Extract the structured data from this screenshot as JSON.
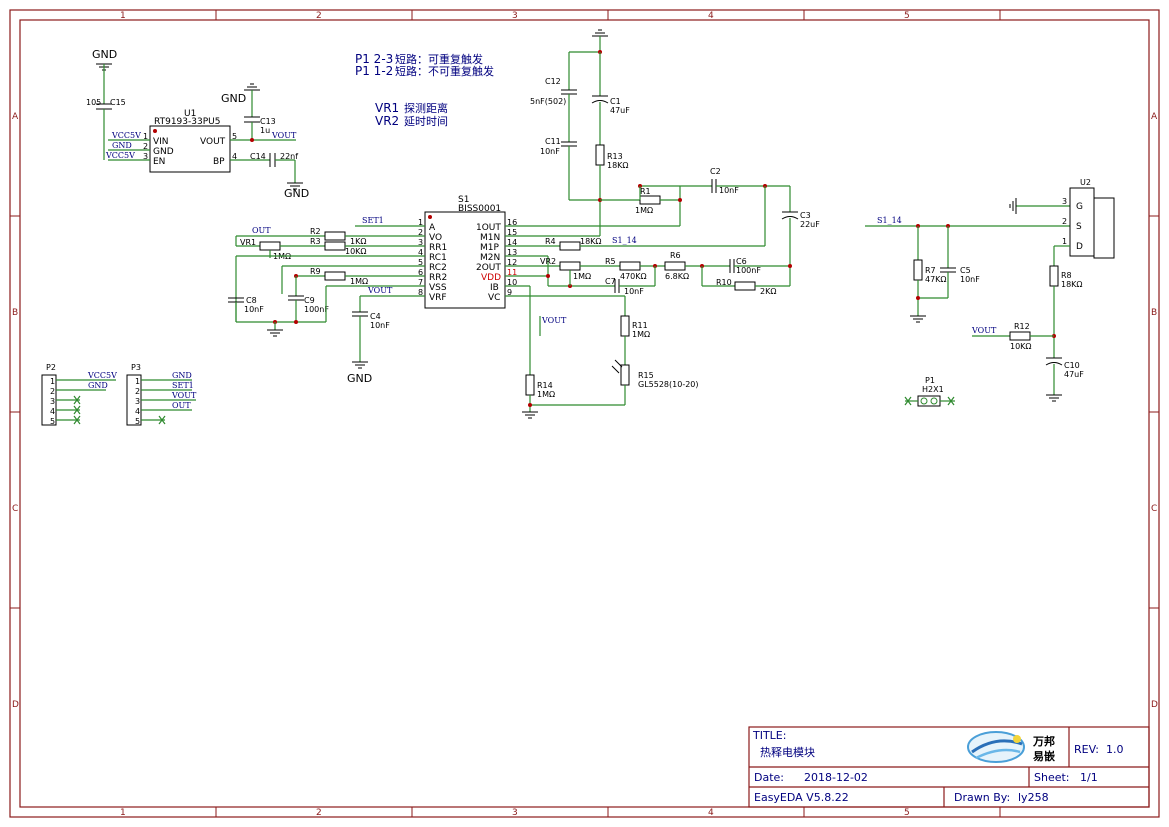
{
  "sheet": {
    "cols": [
      "1",
      "2",
      "3",
      "4",
      "5"
    ],
    "rows": [
      "A",
      "B",
      "C",
      "D"
    ]
  },
  "notes": {
    "p1_line1_ref": "P1 2-3",
    "p1_line1_text": "短路：可重复触发",
    "p1_line2_ref": "P1 1-2",
    "p1_line2_text": "短路：不可重复触发",
    "vr1_ref": "VR1",
    "vr1_text": "探测距离",
    "vr2_ref": "VR2",
    "vr2_text": "延时时间"
  },
  "nets": {
    "gnd": "GND",
    "vcc5v": "VCC5V",
    "vout": "VOUT",
    "out": "OUT",
    "set1": "SET1",
    "s1_14": "S1_14"
  },
  "u1": {
    "ref": "U1",
    "part": "RT9193-33PU5",
    "pins": [
      {
        "num": "1",
        "name": "VIN"
      },
      {
        "num": "2",
        "name": "GND"
      },
      {
        "num": "3",
        "name": "EN"
      },
      {
        "num": "5",
        "name": "VOUT"
      },
      {
        "num": "4",
        "name": "BP"
      }
    ]
  },
  "s1": {
    "ref": "S1",
    "part": "BISS0001",
    "left_pins": [
      {
        "num": "1",
        "name": "A"
      },
      {
        "num": "2",
        "name": "VO"
      },
      {
        "num": "3",
        "name": "RR1"
      },
      {
        "num": "4",
        "name": "RC1"
      },
      {
        "num": "5",
        "name": "RC2"
      },
      {
        "num": "6",
        "name": "RR2"
      },
      {
        "num": "7",
        "name": "VSS"
      },
      {
        "num": "8",
        "name": "VRF"
      }
    ],
    "right_pins": [
      {
        "num": "16",
        "name": "1OUT"
      },
      {
        "num": "15",
        "name": "M1N"
      },
      {
        "num": "14",
        "name": "M1P"
      },
      {
        "num": "13",
        "name": "M2N"
      },
      {
        "num": "12",
        "name": "2OUT"
      },
      {
        "num": "11",
        "name": "VDD"
      },
      {
        "num": "10",
        "name": "IB"
      },
      {
        "num": "9",
        "name": "VC"
      }
    ]
  },
  "components": {
    "c15": {
      "ref": "C15",
      "val": "105"
    },
    "c13": {
      "ref": "C13",
      "val": "1u"
    },
    "c14": {
      "ref": "C14",
      "val": "22nf"
    },
    "c12": {
      "ref": "C12",
      "val": "5nF(502)"
    },
    "c1": {
      "ref": "C1",
      "val": "47uF"
    },
    "c11": {
      "ref": "C11",
      "val": "10nF"
    },
    "r13": {
      "ref": "R13",
      "val": "18KΩ"
    },
    "r1": {
      "ref": "R1",
      "val": "1MΩ"
    },
    "c2": {
      "ref": "C2",
      "val": "10nF"
    },
    "c3": {
      "ref": "C3",
      "val": "22uF"
    },
    "r2": {
      "ref": "R2",
      "val": "1KΩ"
    },
    "r3": {
      "ref": "R3",
      "val": "10KΩ"
    },
    "vr1": {
      "ref": "VR1",
      "val": "1MΩ"
    },
    "r9": {
      "ref": "R9",
      "val": "1MΩ"
    },
    "c8": {
      "ref": "C8",
      "val": "10nF"
    },
    "c9": {
      "ref": "C9",
      "val": "100nF"
    },
    "c4": {
      "ref": "C4",
      "val": "10nF"
    },
    "r4": {
      "ref": "R4",
      "val": "18KΩ"
    },
    "vr2": {
      "ref": "VR2",
      "val": "1MΩ"
    },
    "r5": {
      "ref": "R5",
      "val": "470KΩ"
    },
    "r6": {
      "ref": "R6",
      "val": "6.8KΩ"
    },
    "c6": {
      "ref": "C6",
      "val": "100nF"
    },
    "r10": {
      "ref": "R10",
      "val": "2KΩ"
    },
    "c7": {
      "ref": "C7",
      "val": "10nF"
    },
    "r11": {
      "ref": "R11",
      "val": "1MΩ"
    },
    "r15": {
      "ref": "R15",
      "val": "GL5528(10-20)"
    },
    "r14": {
      "ref": "R14",
      "val": "1MΩ"
    },
    "r7": {
      "ref": "R7",
      "val": "47KΩ"
    },
    "c5": {
      "ref": "C5",
      "val": "10nF"
    },
    "r8": {
      "ref": "R8",
      "val": "18KΩ"
    },
    "r12": {
      "ref": "R12",
      "val": "10KΩ"
    },
    "c10": {
      "ref": "C10",
      "val": "47uF"
    },
    "p1": {
      "ref": "P1",
      "val": "H2X1"
    }
  },
  "u2": {
    "ref": "U2",
    "pins": [
      {
        "num": "3",
        "name": "G"
      },
      {
        "num": "2",
        "name": "S"
      },
      {
        "num": "1",
        "name": "D"
      }
    ]
  },
  "p2": {
    "ref": "P2",
    "pins": [
      "1",
      "2",
      "3",
      "4",
      "5"
    ],
    "nets": [
      "VCC5V",
      "GND"
    ]
  },
  "p3": {
    "ref": "P3",
    "pins": [
      "1",
      "2",
      "3",
      "4",
      "5"
    ],
    "nets": [
      "GND",
      "SET1",
      "VOUT",
      "OUT"
    ]
  },
  "title_block": {
    "title_label": "TITLE:",
    "title": "热释电模块",
    "rev_label": "REV:",
    "rev": "1.0",
    "date_label": "Date:",
    "date": "2018-12-02",
    "sheet_label": "Sheet:",
    "sheet": "1/1",
    "tool": "EasyEDA V5.8.22",
    "drawn_label": "Drawn By:",
    "drawn": "ly258",
    "logo_line1": "万邦",
    "logo_line2": "易嵌"
  },
  "colors": {
    "wire": "#2f8a2f",
    "frame": "#8b1a1a",
    "label": "#00007f",
    "junction": "#b30000"
  }
}
